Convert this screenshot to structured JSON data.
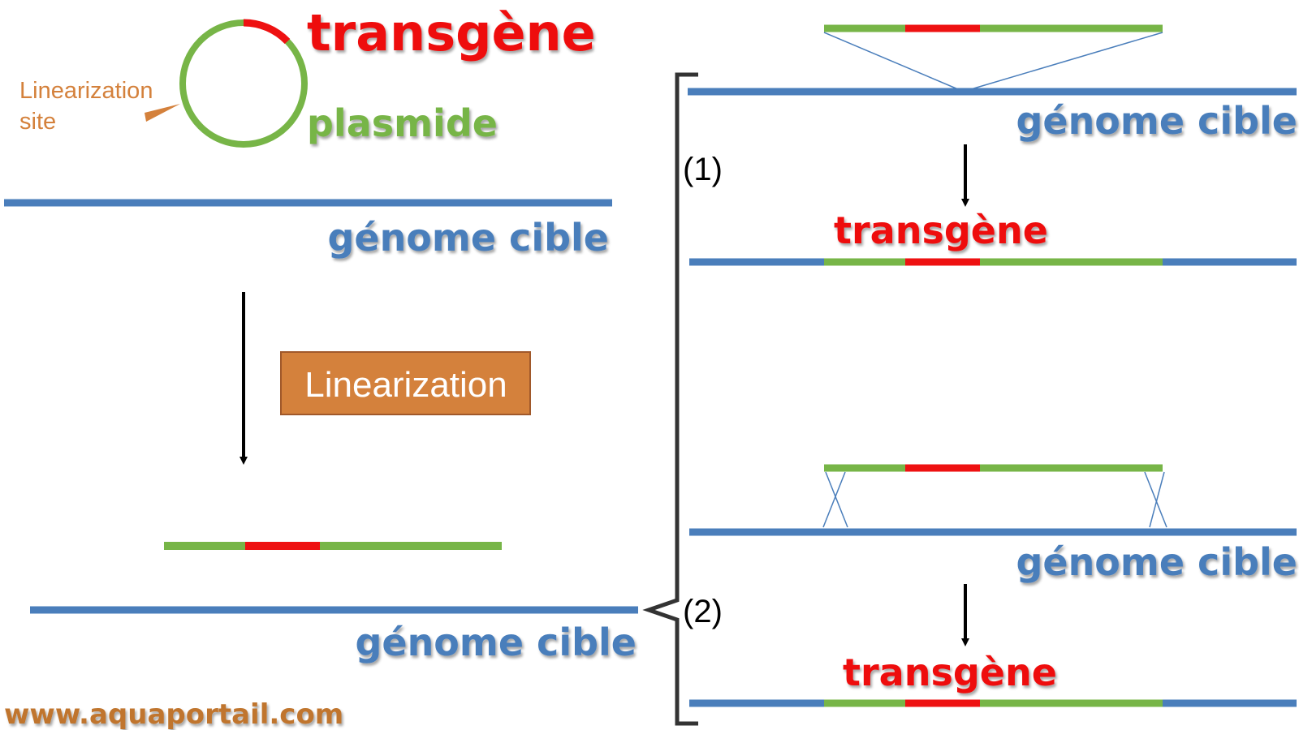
{
  "labels": {
    "transgene": "transgène",
    "plasmide": "plasmide",
    "linearization_site_line1": "Linearization",
    "linearization_site_line2": "site",
    "genome_cible": "génome cible",
    "linearization_box": "Linearization",
    "step1": "(1)",
    "step2": "(2)",
    "website": "www.aquaportail.com"
  },
  "colors": {
    "genome": "#4a7ebb",
    "vector": "#77b547",
    "transgene": "#ee1111",
    "linearization": "#d4813c",
    "linearization_border": "#a0582a",
    "arrow": "#000000",
    "bracket": "#333333",
    "website": "#c0752d"
  }
}
